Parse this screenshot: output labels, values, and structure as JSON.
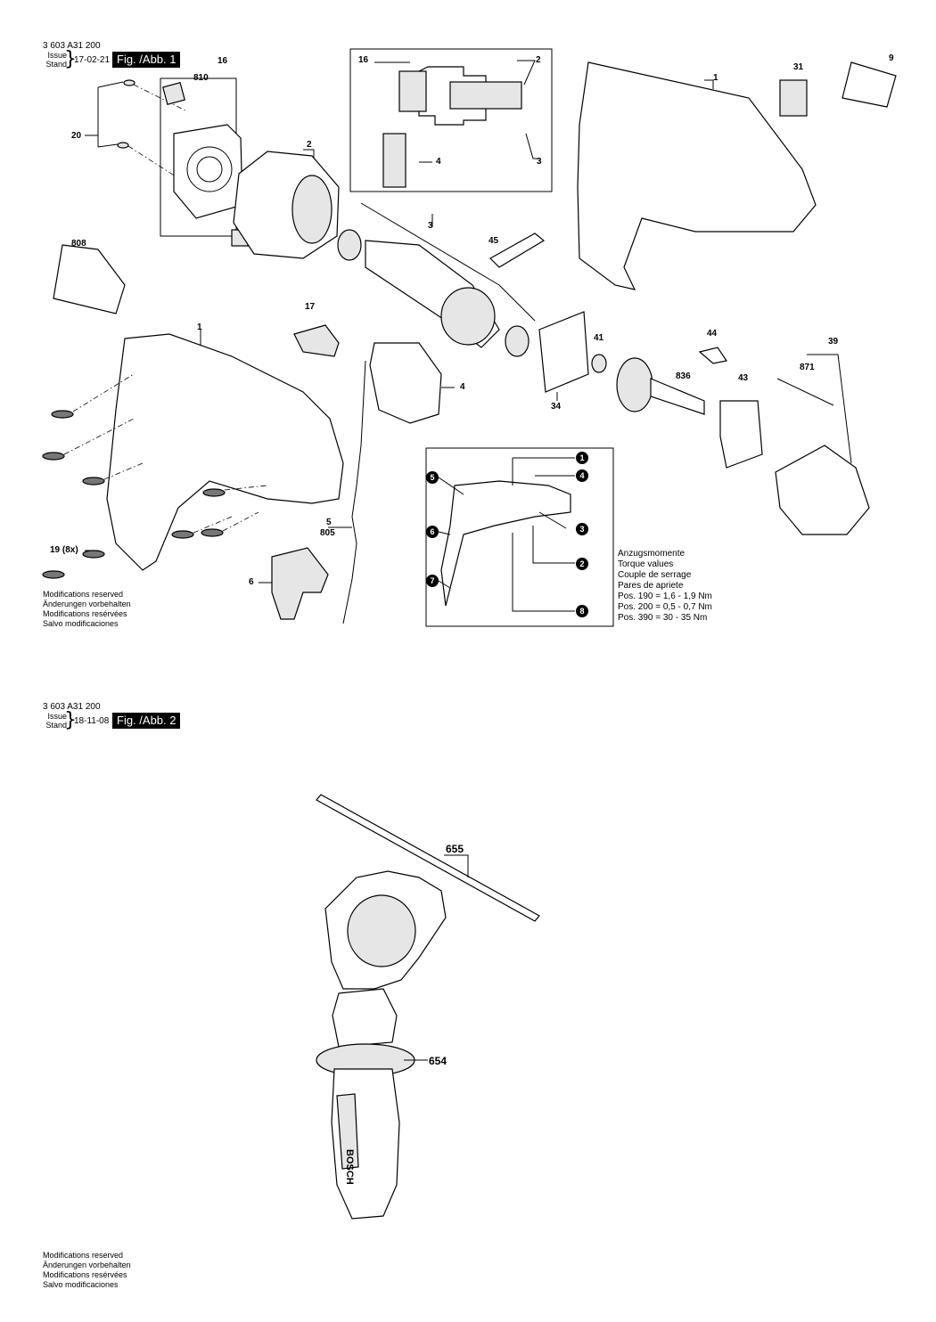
{
  "fig1": {
    "doc_id": "3 603 A31 200",
    "issue_label": "Issue",
    "stand_label": "Stand",
    "date": "17-02-21",
    "badge": "Fig. /Abb. 1",
    "part_numbers": {
      "p16_top": "16",
      "p810": "810",
      "p20": "20",
      "p2": "2",
      "p808": "808",
      "inset_16": "16",
      "inset_2": "2",
      "inset_4": "4",
      "inset_3": "3",
      "p1_top": "1",
      "p31": "31",
      "p9": "9",
      "p3": "3",
      "p45": "45",
      "p17": "17",
      "p1_main": "1",
      "p4": "4",
      "p41": "41",
      "p34": "34",
      "p836": "836",
      "p44": "44",
      "p43": "43",
      "p39": "39",
      "p871": "871",
      "p5": "5",
      "p805": "805",
      "p19": "19 (8x)",
      "p6": "6"
    },
    "torque_callouts": [
      "1",
      "2",
      "3",
      "4",
      "5",
      "6",
      "7",
      "8"
    ],
    "torque_lines": [
      "Anzugsmomente",
      "Torque values",
      "Couple de serrage",
      "Pares de apriete",
      "Pos. 190  =  1,6 - 1,9 Nm",
      "Pos. 200  =  0,5 - 0,7 Nm",
      "Pos. 390  =  30 - 35 Nm"
    ],
    "modifications": [
      "Modifications reserved",
      "Änderungen vorbehalten",
      "Modifications resérvées",
      "Salvo modificaciones"
    ]
  },
  "fig2": {
    "doc_id": "3 603 A31 200",
    "issue_label": "Issue",
    "stand_label": "Stand",
    "date": "18-11-08",
    "badge": "Fig. /Abb. 2",
    "part_numbers": {
      "p655": "655",
      "p654": "654"
    },
    "brand_mark": "BOSCH",
    "modifications": [
      "Modifications reserved",
      "Änderungen vorbehalten",
      "Modifications resérvées",
      "Salvo modificaciones"
    ]
  }
}
